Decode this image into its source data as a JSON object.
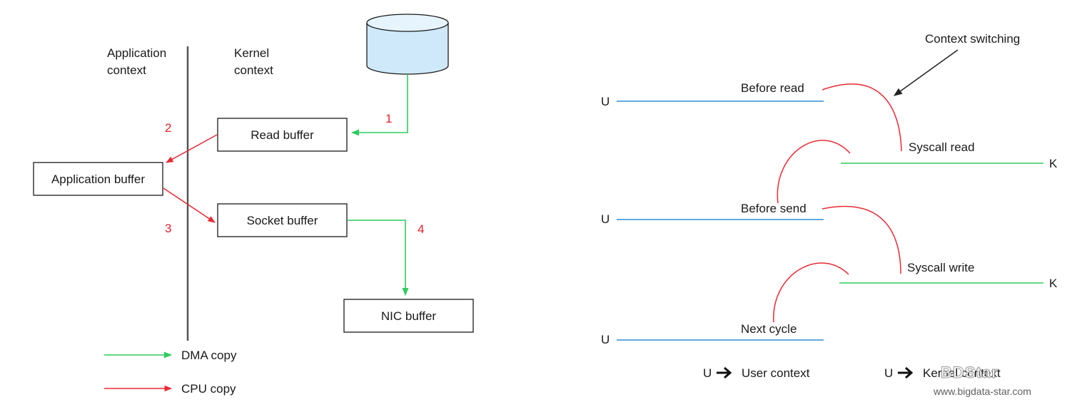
{
  "left_diagram": {
    "app_context_line1": "Application",
    "app_context_line2": "context",
    "kernel_context_line1": "Kernel",
    "kernel_context_line2": "context",
    "read_buffer": "Read buffer",
    "application_buffer": "Application buffer",
    "socket_buffer": "Socket buffer",
    "nic_buffer": "NIC buffer",
    "step1": "1",
    "step2": "2",
    "step3": "3",
    "step4": "4",
    "legend_dma": "DMA copy",
    "legend_cpu": "CPU copy"
  },
  "right_diagram": {
    "context_switching": "Context switching",
    "u_label_1": "U",
    "u_label_2": "U",
    "u_label_3": "U",
    "k_label_1": "K",
    "k_label_2": "K",
    "before_read": "Before read",
    "syscall_read": "Syscall read",
    "before_send": "Before send",
    "syscall_write": "Syscall write",
    "next_cycle": "Next cycle",
    "legend_user_u": "U",
    "legend_user": "User context",
    "legend_kernel_u": "U",
    "legend_kernel": "Kernel context"
  },
  "watermark": {
    "logo": "BDStar",
    "url": "www.bigdata-star.com"
  },
  "colors": {
    "dma_green": "#2ecc5e",
    "cpu_red": "#ea2a35",
    "user_blue": "#2e8fd6",
    "disk_fill": "#cfe9fa"
  }
}
